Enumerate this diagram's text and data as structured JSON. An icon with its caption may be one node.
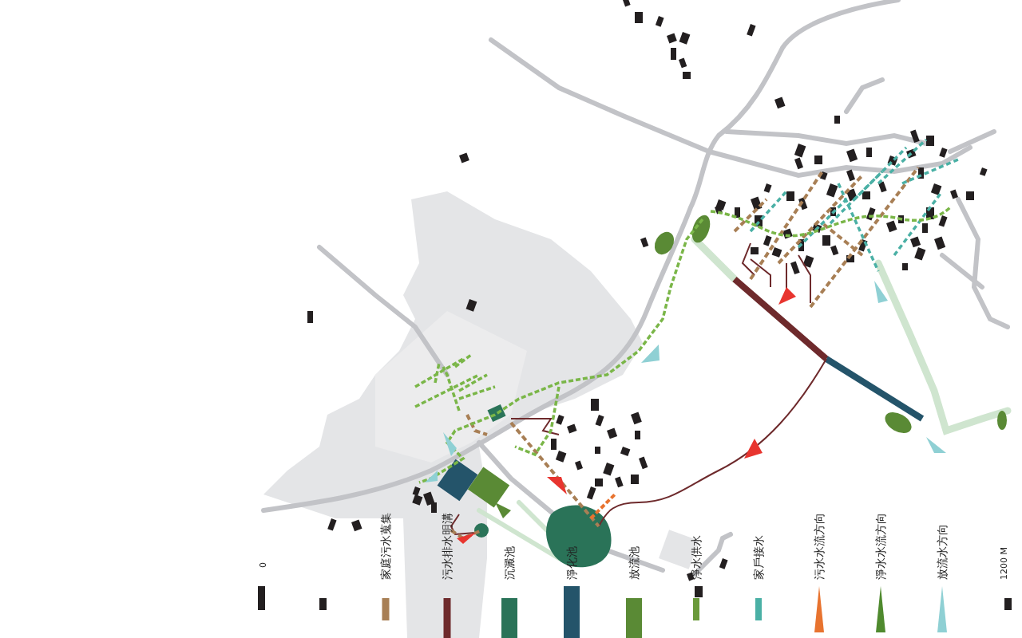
{
  "diagram": {
    "labels": [
      "0",
      "1200 M"
    ],
    "legend": [
      {
        "text": "家庭污水蒐集",
        "color": "#a87f55"
      },
      {
        "text": "污水排水明溝",
        "color": "#6e2a2c"
      },
      {
        "text": "沉澱池",
        "color": "#2a7358"
      },
      {
        "text": "淨化池",
        "color": "#24546a"
      },
      {
        "text": "放流池",
        "color": "#5a8a35"
      },
      {
        "text": "淨水供水",
        "color": "#6a9a3a"
      },
      {
        "text": "家戶接水",
        "color": "#4ab0a5"
      },
      {
        "text": "污水水流方向"
      },
      {
        "text": "淨水水流方向"
      },
      {
        "text": "放流水方向"
      }
    ]
  }
}
